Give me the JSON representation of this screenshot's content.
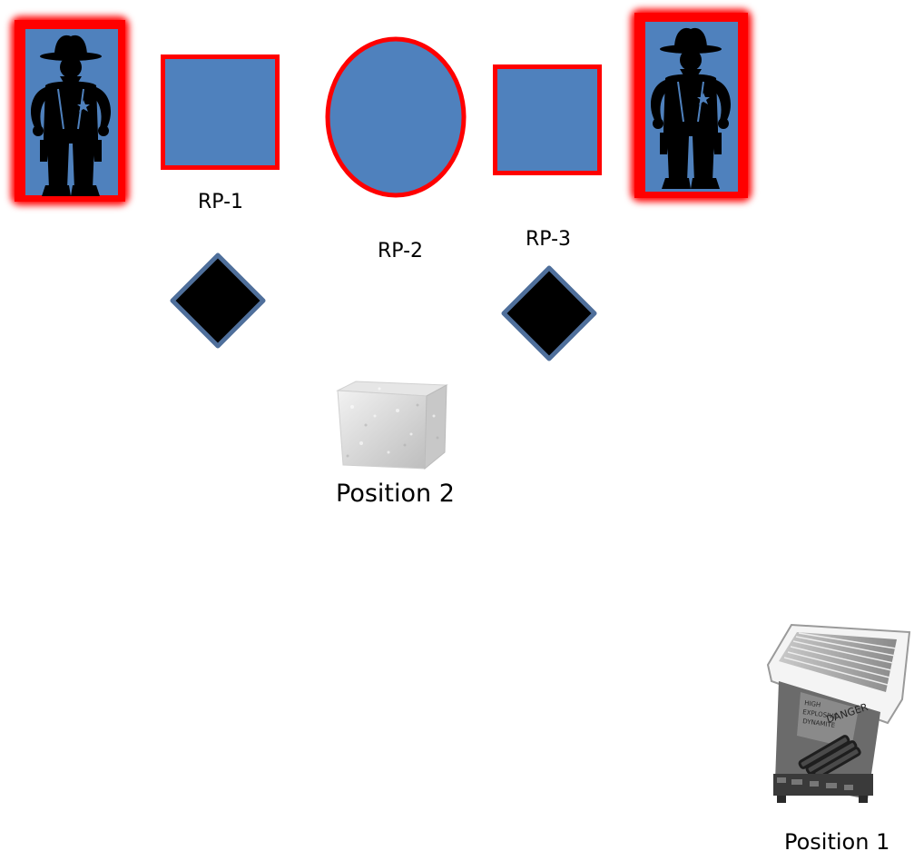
{
  "colors": {
    "target_fill": "#4f81bd",
    "target_border": "#ff0000",
    "marker_fill": "#000000",
    "marker_border": "#4f6f9b",
    "silhouette": "#000000",
    "text": "#000000"
  },
  "targets": {
    "left_figure": {
      "icon": "cowboy-silhouette-icon"
    },
    "rp1": {
      "shape": "square",
      "label": "RP-1"
    },
    "rp2": {
      "shape": "circle",
      "label": "RP-2"
    },
    "rp3": {
      "shape": "square",
      "label": "RP-3"
    },
    "right_figure": {
      "icon": "cowboy-silhouette-icon"
    }
  },
  "markers": [
    {
      "shape": "diamond"
    },
    {
      "shape": "diamond"
    }
  ],
  "positions": {
    "position2": {
      "icon": "cinder-block-icon",
      "label": "Position 2"
    },
    "position1": {
      "icon": "explosive-device-icon",
      "label": "Position 1"
    }
  }
}
